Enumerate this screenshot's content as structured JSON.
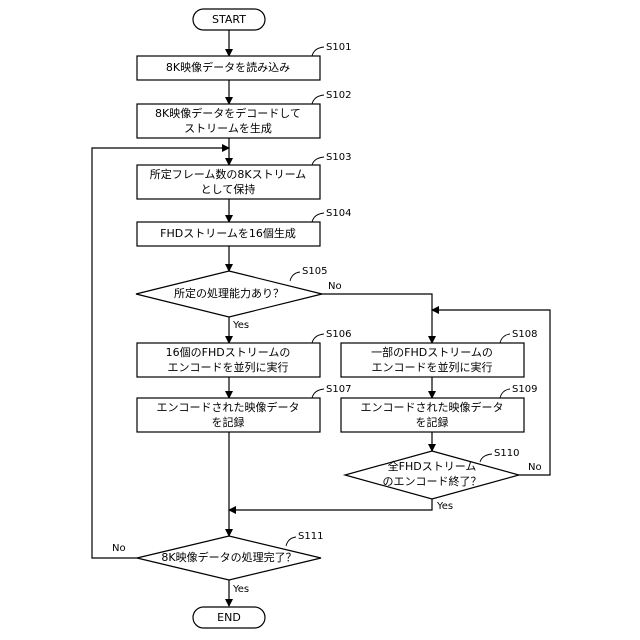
{
  "nodes": {
    "start": {
      "line1": "START"
    },
    "s101": {
      "line1": "8K映像データを読み込み",
      "label": "S101"
    },
    "s102": {
      "line1": "8K映像データをデコードして",
      "line2": "ストリームを生成",
      "label": "S102"
    },
    "s103": {
      "line1": "所定フレーム数の8Kストリーム",
      "line2": "として保持",
      "label": "S103"
    },
    "s104": {
      "line1": "FHDストリームを16個生成",
      "label": "S104"
    },
    "s105": {
      "line1": "所定の処理能力あり？",
      "label": "S105"
    },
    "s106": {
      "line1": "16個のFHDストリームの",
      "line2": "エンコードを並列に実行",
      "label": "S106"
    },
    "s107": {
      "line1": "エンコードされた映像データ",
      "line2": "を記録",
      "label": "S107"
    },
    "s108": {
      "line1": "一部のFHDストリームの",
      "line2": "エンコードを並列に実行",
      "label": "S108"
    },
    "s109": {
      "line1": "エンコードされた映像データ",
      "line2": "を記録",
      "label": "S109"
    },
    "s110": {
      "line1": "全FHDストリーム",
      "line2": "のエンコード終了？",
      "label": "S110"
    },
    "s111": {
      "line1": "8K映像データの処理完了？",
      "label": "S111"
    },
    "end": {
      "line1": "END"
    }
  },
  "edges": {
    "s105_yes": "Yes",
    "s105_no": "No",
    "s110_yes": "Yes",
    "s110_no": "No",
    "s111_yes": "Yes",
    "s111_no": "No"
  }
}
